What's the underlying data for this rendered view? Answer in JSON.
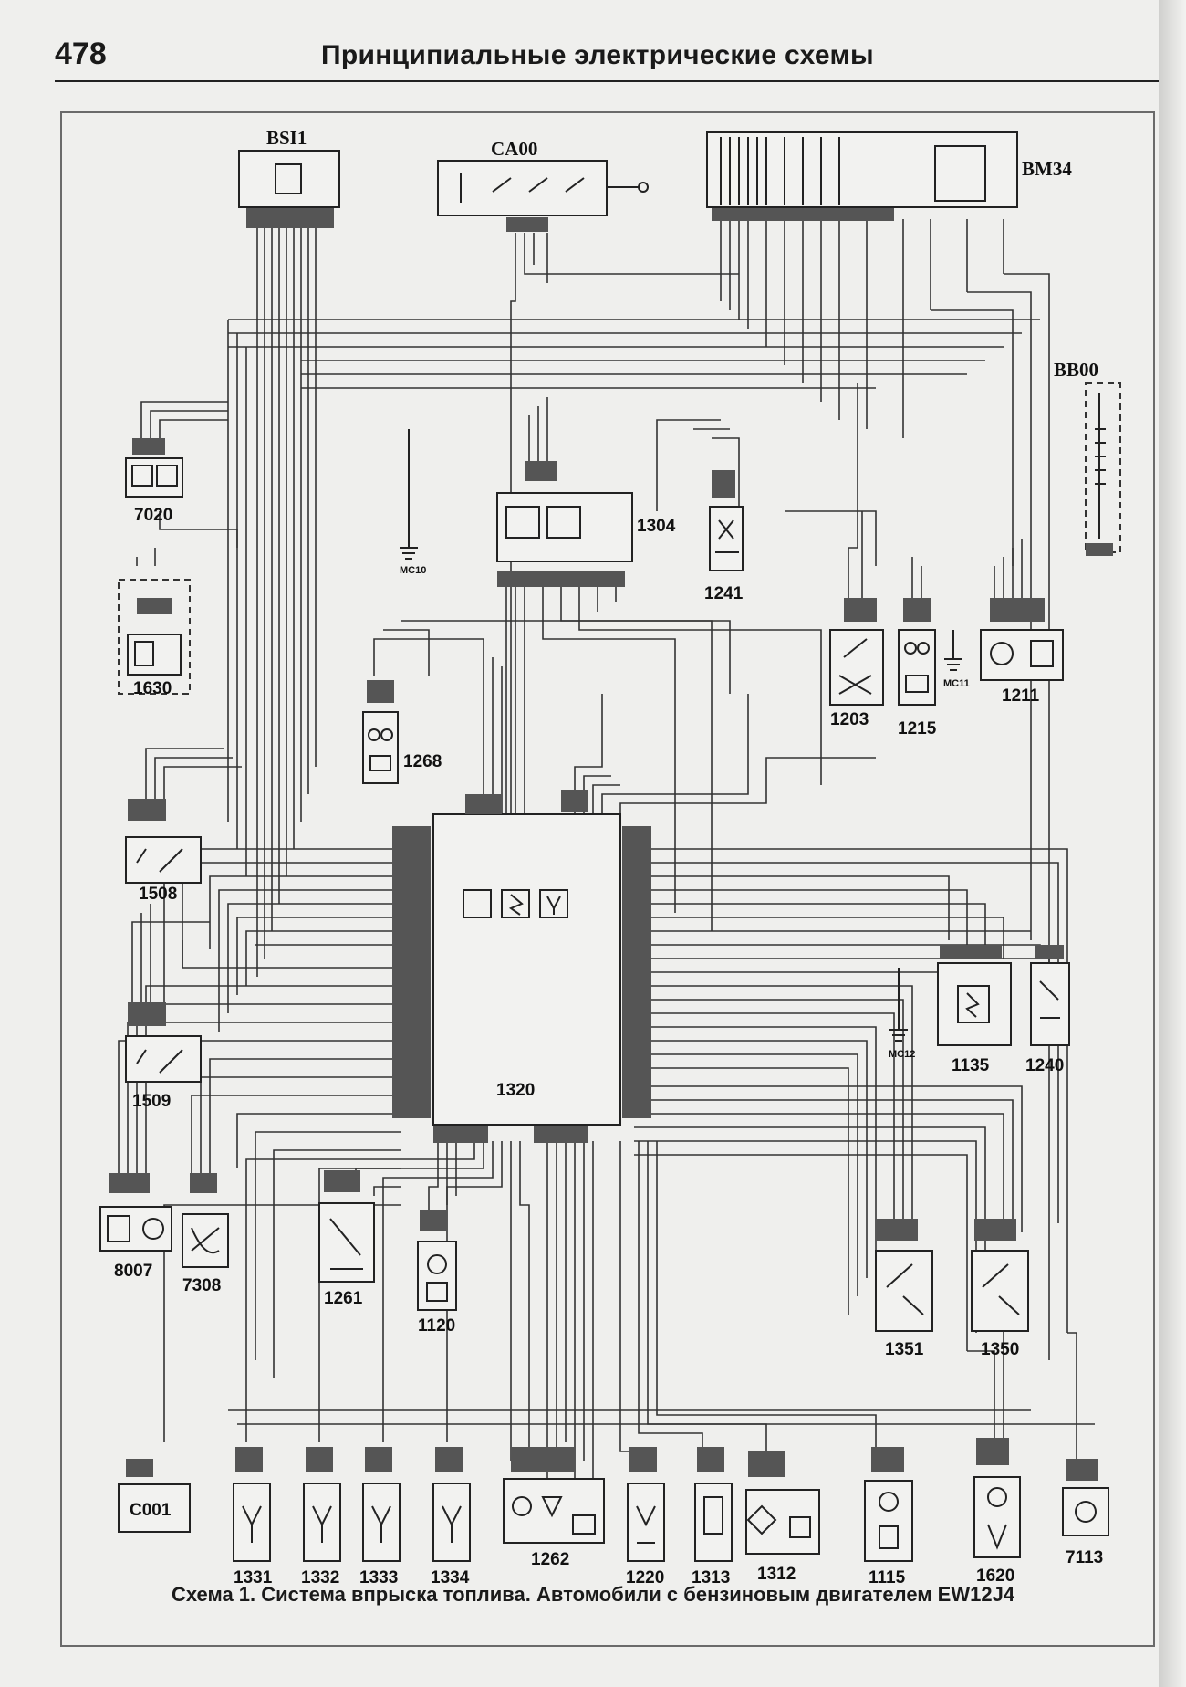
{
  "header": {
    "page_number": "478",
    "title": "Принципиальные электрические схемы"
  },
  "caption": "Схема 1. Система впрыска топлива. Автомобили с бензиновым двигателем EW12J4",
  "components": {
    "BSI1": "BSI1",
    "CA00": "CA00",
    "BM34": "BM34",
    "BB00": "BB00",
    "c7020": "7020",
    "c1630": "1630",
    "c1304": "1304",
    "c1241": "1241",
    "c1268": "1268",
    "c1203": "1203",
    "c1215": "1215",
    "c1211": "1211",
    "c1508": "1508",
    "c1320": "1320",
    "c1509": "1509",
    "c1135": "1135",
    "c1240": "1240",
    "c8007": "8007",
    "c7308": "7308",
    "c1261": "1261",
    "c1120": "1120",
    "c1351": "1351",
    "c1350": "1350",
    "C001": "C001",
    "c1331": "1331",
    "c1332": "1332",
    "c1333": "1333",
    "c1334": "1334",
    "c1262": "1262",
    "c1220": "1220",
    "c1313": "1313",
    "c1312": "1312",
    "c1115": "1115",
    "c1620": "1620",
    "c7113": "7113"
  },
  "ground_labels": {
    "g1": "MC10",
    "g2": "MC11",
    "g3": "MC12"
  },
  "symbols": {
    "ecu_icons": [
      "ecu-relay-icon",
      "ecu-spark-icon",
      "ecu-injector-icon"
    ],
    "wire_color": "#333333",
    "line_color": "#222222"
  }
}
